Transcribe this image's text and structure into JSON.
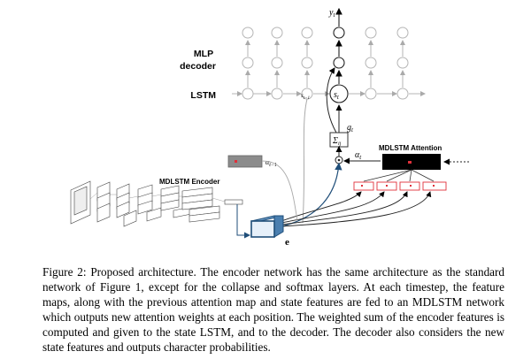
{
  "labels": {
    "mlp": "MLP",
    "decoder": "decoder",
    "lstm": "LSTM",
    "mdlstm_encoder": "MDLSTM Encoder",
    "mdlstm_attention": "MDLSTM Attention",
    "y_t": "y",
    "y_t_sub": "t",
    "s_t": "s",
    "s_t_sub": "t",
    "s_prev": "s",
    "s_prev_sub": "t−1",
    "g_t": "g",
    "g_t_sub": "t",
    "alpha_t": "α",
    "alpha_t_sub": "t",
    "alpha_prev": "α",
    "alpha_prev_sub": "t−1",
    "sum": "Σ",
    "sum_sub": "ij",
    "e": "e"
  },
  "colors": {
    "highlight": "#1f4e79",
    "red": "#e0303a",
    "gray": "#9a9a9a",
    "blue_box": "#2a5d8f"
  },
  "caption": "Figure 2: Proposed architecture. The encoder network has the same architecture as the standard network of Figure 1, except for the collapse and softmax layers. At each timestep, the feature maps, along with the previous attention map and state features are fed to an MDLSTM network which outputs new attention weights at each position. The weighted sum of the encoder features is computed and given to the state LSTM, and to the decoder. The decoder also considers the new state features and outputs character probabilities."
}
